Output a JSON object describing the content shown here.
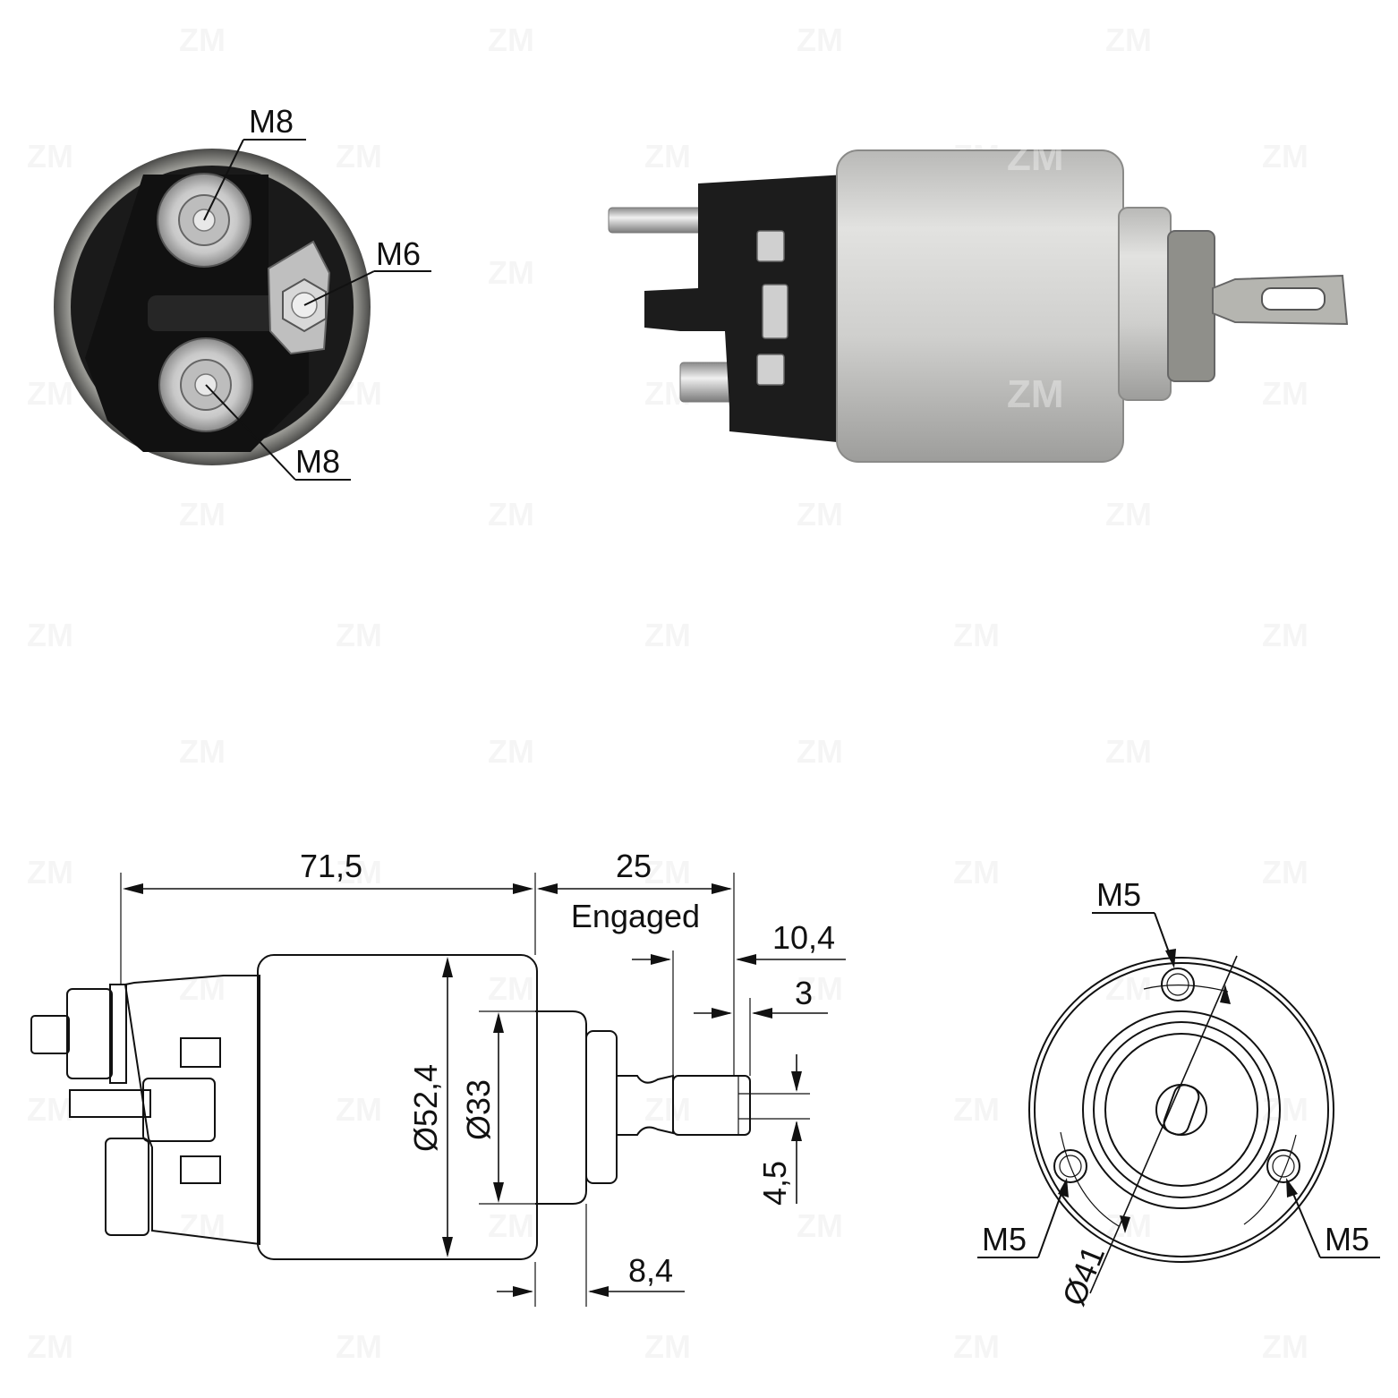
{
  "photo_end_view": {
    "labels": {
      "top_terminal": "M8",
      "side_terminal": "M6",
      "bottom_terminal": "M8"
    }
  },
  "photo_side_view": {
    "watermark_text": "ZM"
  },
  "drawing_side_view": {
    "dimensions": {
      "body_length": "71,5",
      "plunger_travel": "25",
      "plunger_state": "Engaged",
      "fork_length": "10,4",
      "fork_tip": "3",
      "body_diameter": "Ø52,4",
      "flange_diameter": "Ø33",
      "slot_width": "4,5",
      "flange_length": "8,4"
    }
  },
  "drawing_end_view": {
    "dimensions": {
      "hole_top": "M5",
      "hole_left": "M5",
      "hole_right": "M5",
      "bolt_circle": "Ø41"
    }
  },
  "watermark": {
    "text": "ZM",
    "color": "#000000"
  },
  "colors": {
    "housing_metal": "#c9c9c7",
    "plastic_cap": "#1c1c1c",
    "terminal_steel": "#d6d6d6",
    "line": "#111111"
  }
}
